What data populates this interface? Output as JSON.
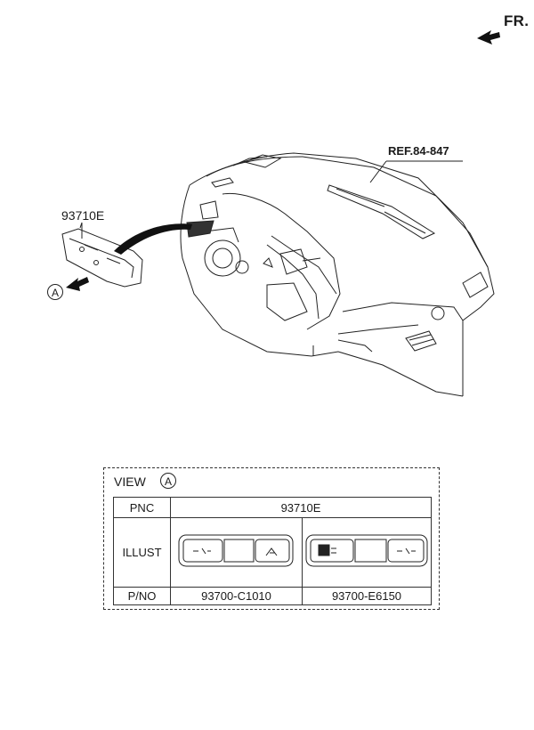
{
  "direction_label": "FR.",
  "reference_label": "REF.84-847",
  "part_number_label": "93710E",
  "view_marker": "A",
  "view_table": {
    "title": "VIEW",
    "marker": "A",
    "pnc_header": "PNC",
    "pnc_value": "93710E",
    "illust_header": "ILLUST",
    "pno_header": "P/NO",
    "part_numbers": [
      "93700-C1010",
      "93700-E6150"
    ]
  },
  "icons": [
    "direction-arrow-icon",
    "view-arrow-icon",
    "switch-panel-illustration"
  ]
}
